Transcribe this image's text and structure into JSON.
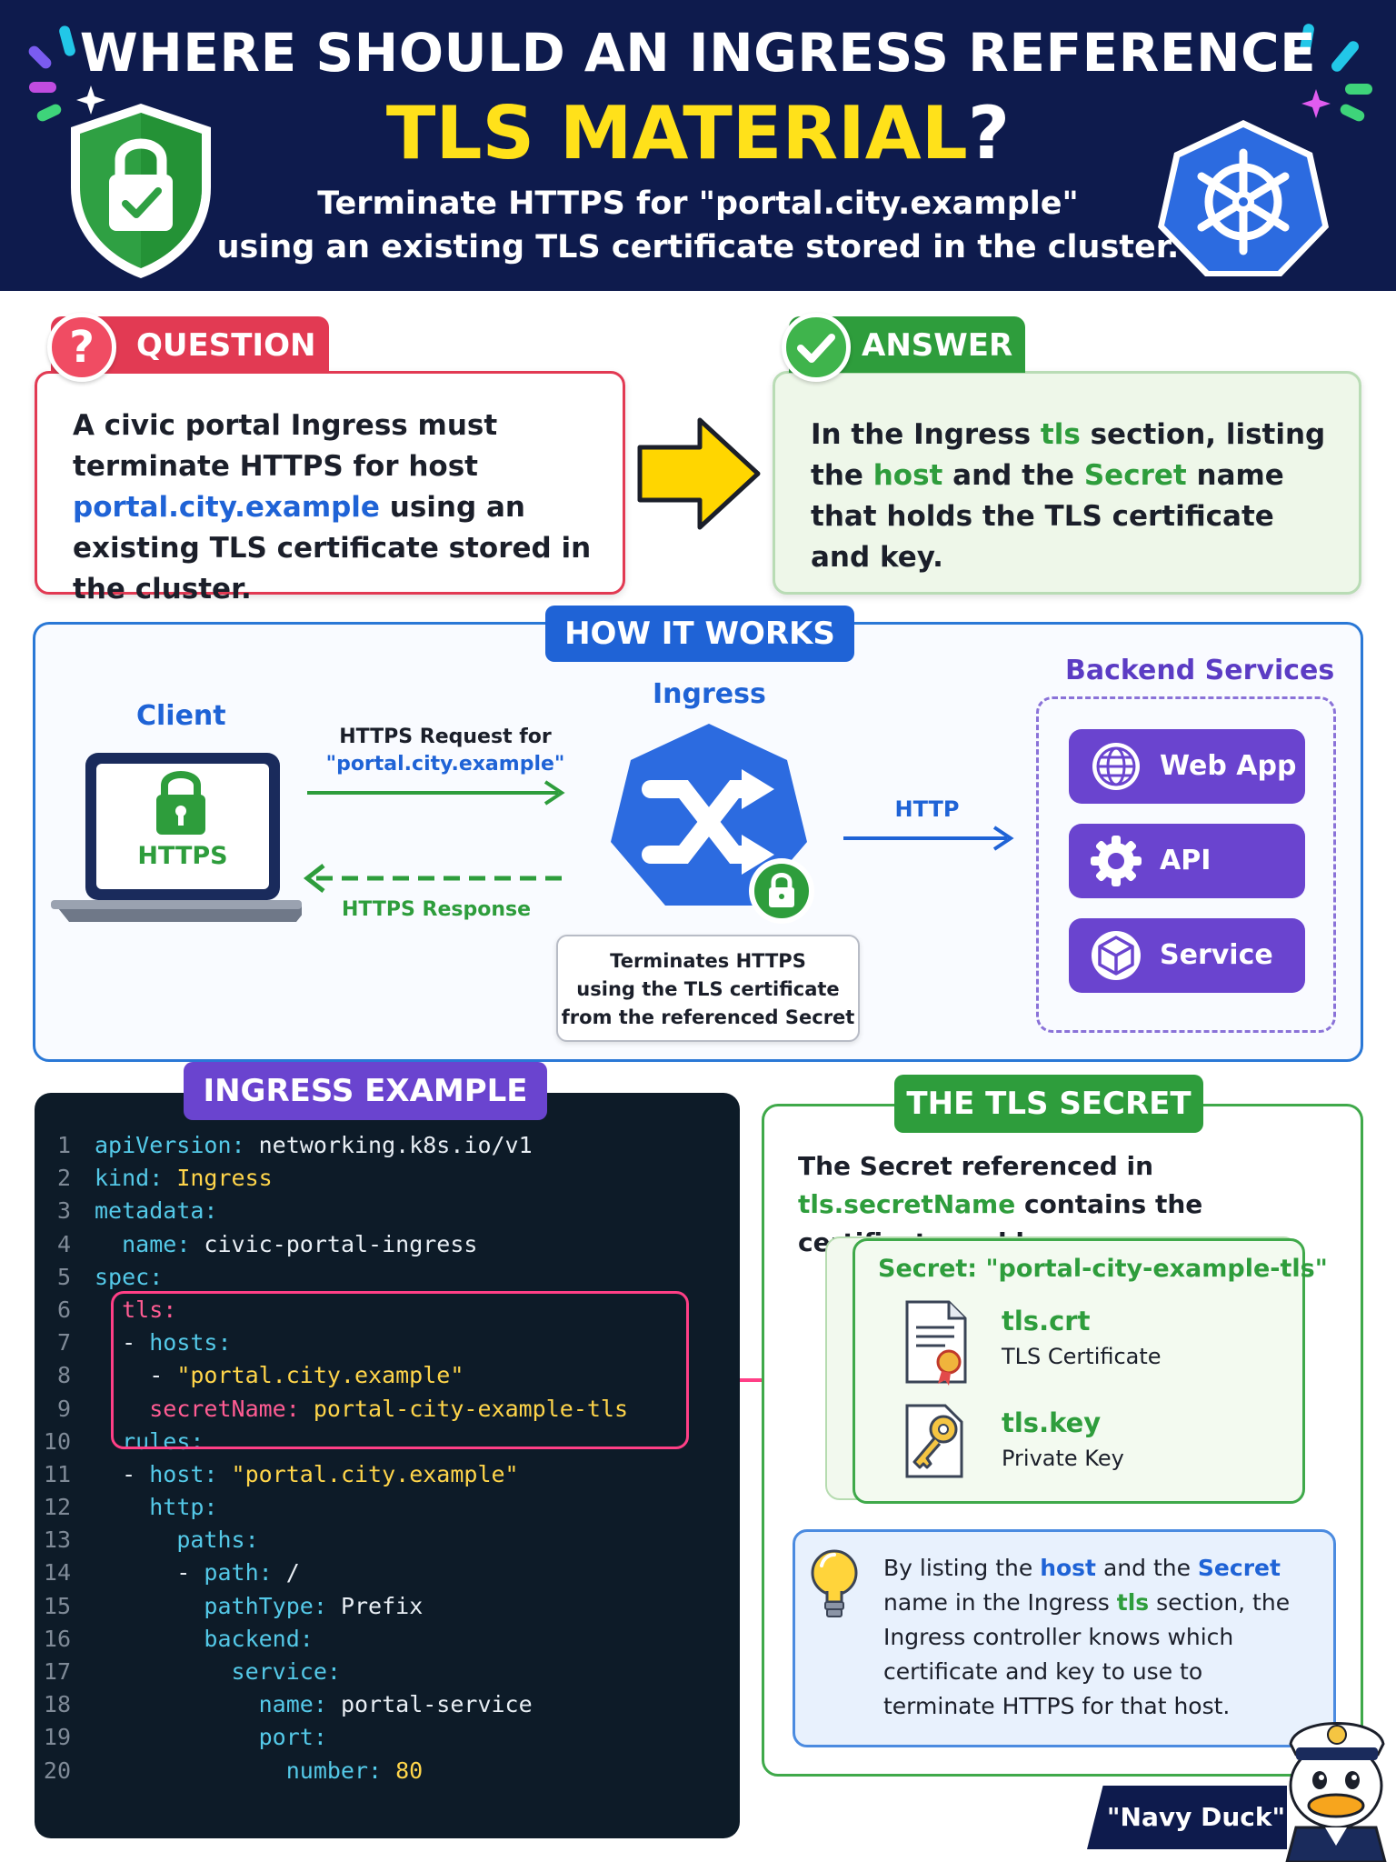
{
  "header": {
    "title_line1": "WHERE SHOULD AN INGRESS REFERENCE",
    "title_line2_main": "TLS MATERIAL",
    "title_line2_mark": "?",
    "subtitle_line1": "Terminate HTTPS for \"portal.city.example\"",
    "subtitle_line2": "using an existing TLS certificate stored in the cluster."
  },
  "question": {
    "label": "QUESTION",
    "badge": "?",
    "text_1": "A civic portal Ingress must terminate HTTPS for host ",
    "host": "portal.city.example",
    "text_2": " using an existing TLS certificate stored in the cluster."
  },
  "answer": {
    "label": "ANSWER",
    "t1": "In the Ingress ",
    "tls": "tls",
    "t2": " section, listing the ",
    "host": "host",
    "t3": " and the ",
    "secret": "Secret",
    "t4": " name that holds the TLS certificate and key."
  },
  "how_it_works": {
    "title": "HOW IT WORKS",
    "client_label": "Client",
    "client_screen": "HTTPS",
    "request_line1": "HTTPS Request for",
    "request_host": "\"portal.city.example\"",
    "response": "HTTPS Response",
    "ingress_label": "Ingress",
    "http_label": "HTTP",
    "terminate_line1": "Terminates HTTPS",
    "terminate_line2": "using the TLS certificate",
    "terminate_line3": "from the referenced Secret",
    "backend_label": "Backend Services",
    "services": [
      {
        "label": "Web App",
        "icon": "globe-icon"
      },
      {
        "label": "API",
        "icon": "gear-icon"
      },
      {
        "label": "Service",
        "icon": "cube-icon"
      }
    ]
  },
  "ingress_example": {
    "title": "INGRESS EXAMPLE",
    "lines": [
      {
        "n": "1",
        "ind": "",
        "key": "apiVersion:",
        "val": " networking.k8s.io/v1",
        "vc": "v"
      },
      {
        "n": "2",
        "ind": "",
        "key": "kind:",
        "val": " Ingress",
        "vc": "s"
      },
      {
        "n": "3",
        "ind": "",
        "key": "metadata:",
        "val": "",
        "vc": "v"
      },
      {
        "n": "4",
        "ind": "  ",
        "key": "name:",
        "val": " civic-portal-ingress",
        "vc": "v"
      },
      {
        "n": "5",
        "ind": "",
        "key": "spec:",
        "val": "",
        "vc": "v"
      },
      {
        "n": "6",
        "ind": "  ",
        "key": "tls:",
        "val": "",
        "vc": "v",
        "kc": "pink"
      },
      {
        "n": "7",
        "ind": "  - ",
        "key": "hosts:",
        "val": "",
        "vc": "v"
      },
      {
        "n": "8",
        "ind": "    - ",
        "key": "",
        "val": "\"portal.city.example\"",
        "vc": "s"
      },
      {
        "n": "9",
        "ind": "    ",
        "key": "secretName:",
        "val": " portal-city-example-tls",
        "vc": "s",
        "kc": "pink"
      },
      {
        "n": "10",
        "ind": "  ",
        "key": "rules:",
        "val": "",
        "vc": "v"
      },
      {
        "n": "11",
        "ind": "  - ",
        "key": "host:",
        "val": " \"portal.city.example\"",
        "vc": "s"
      },
      {
        "n": "12",
        "ind": "    ",
        "key": "http:",
        "val": "",
        "vc": "v"
      },
      {
        "n": "13",
        "ind": "      ",
        "key": "paths:",
        "val": "",
        "vc": "v"
      },
      {
        "n": "14",
        "ind": "      - ",
        "key": "path:",
        "val": " /",
        "vc": "v"
      },
      {
        "n": "15",
        "ind": "        ",
        "key": "pathType:",
        "val": " Prefix",
        "vc": "v"
      },
      {
        "n": "16",
        "ind": "        ",
        "key": "backend:",
        "val": "",
        "vc": "v"
      },
      {
        "n": "17",
        "ind": "          ",
        "key": "service:",
        "val": "",
        "vc": "v"
      },
      {
        "n": "18",
        "ind": "            ",
        "key": "name:",
        "val": " portal-service",
        "vc": "v"
      },
      {
        "n": "19",
        "ind": "            ",
        "key": "port:",
        "val": "",
        "vc": "v"
      },
      {
        "n": "20",
        "ind": "              ",
        "key": "number:",
        "val": " 80",
        "vc": "s"
      }
    ]
  },
  "tls_secret": {
    "title": "THE TLS SECRET",
    "intro_1": "The Secret referenced in ",
    "intro_ref": "tls.secretName",
    "intro_2": " contains the certificate and key.",
    "secret_name": "Secret: \"portal-city-example-tls\"",
    "files": [
      {
        "name": "tls.crt",
        "desc": "TLS Certificate",
        "icon": "certificate-icon"
      },
      {
        "name": "tls.key",
        "desc": "Private Key",
        "icon": "key-icon"
      }
    ],
    "note_1": "By listing the ",
    "note_host": "host",
    "note_2": " and the ",
    "note_secret": "Secret",
    "note_3": " name in the Ingress ",
    "note_tls": "tls",
    "note_4": " section, the Ingress controller knows which certificate and key to use to terminate HTTPS for that host."
  },
  "mascot": {
    "label": "\"Navy Duck\""
  }
}
